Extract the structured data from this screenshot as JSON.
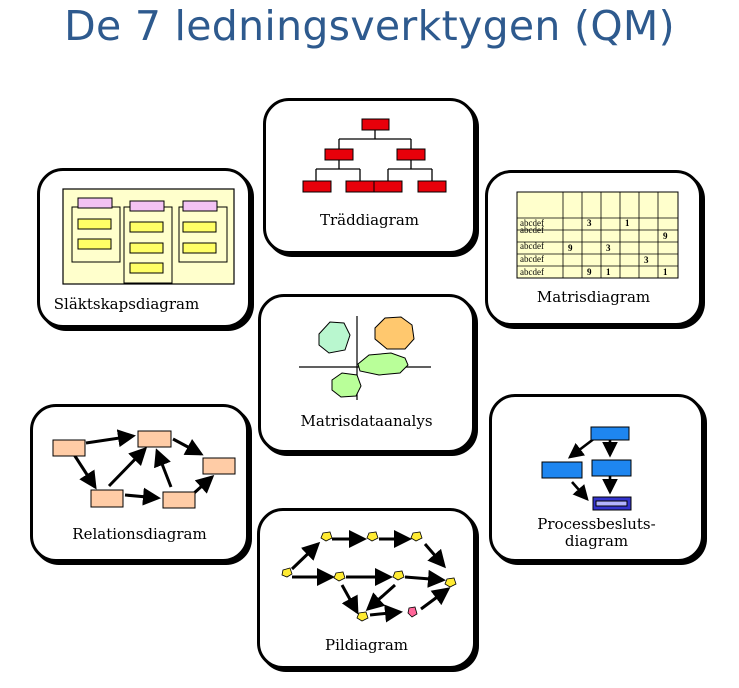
{
  "slide": {
    "title": "De 7 ledningsverktygen (QM)"
  },
  "tools": {
    "tree": "Träddiagram",
    "matrix": "Matrisdiagram",
    "affinity": "Släktskapsdiagram",
    "matrix_data_analysis": "Matrisdataanalys",
    "relations": "Relationsdiagram",
    "pdpc_line1": "Processbesluts-",
    "pdpc_line2": "diagram",
    "arrow": "Pildiagram"
  },
  "matrix_table": {
    "row_label": "abcdef",
    "cells": [
      {
        "row": 0,
        "col": 1,
        "value": "3"
      },
      {
        "row": 0,
        "col": 3,
        "value": "1"
      },
      {
        "row": 1,
        "col": 5,
        "value": "9"
      },
      {
        "row": 2,
        "col": 0,
        "value": "9"
      },
      {
        "row": 2,
        "col": 2,
        "value": "3"
      },
      {
        "row": 3,
        "col": 4,
        "value": "3"
      },
      {
        "row": 4,
        "col": 1,
        "value": "9"
      },
      {
        "row": 4,
        "col": 2,
        "value": "1"
      },
      {
        "row": 4,
        "col": 5,
        "value": "1"
      }
    ]
  },
  "colors": {
    "title": "#2E5A8E",
    "tree_box": "#E8000A",
    "affinity_bg": "#FFFFCC",
    "affinity_header": "#F3C2F3",
    "affinity_card": "#FFFF66",
    "bubble_green": "#B9F7CF",
    "bubble_orange": "#FFC86E",
    "bubble_lime": "#B9FF99",
    "relation_box": "#FFCCA6",
    "pdpc_box": "#1E86F0",
    "pdpc_end": "#3333CC",
    "pdpc_end_fill": "#B3B3FF",
    "arrow_node": "#FFEB33",
    "arrow_node_alt": "#FF6699"
  }
}
